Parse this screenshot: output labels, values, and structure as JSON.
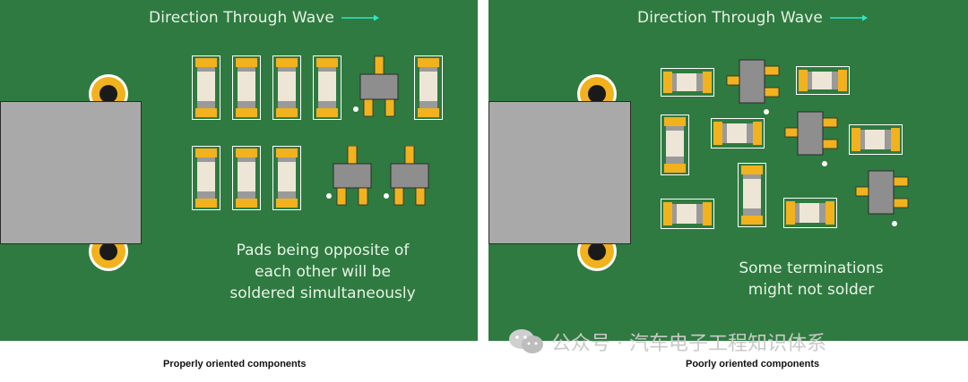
{
  "wave_label": "Direction Through Wave",
  "left": {
    "note_lines": [
      "Pads being opposite of",
      "each other will be",
      "soldered simultaneously"
    ],
    "caption": "Properly oriented components"
  },
  "right": {
    "note_lines": [
      "Some terminations",
      "might not solder"
    ],
    "caption": "Poorly oriented components"
  },
  "watermark": {
    "text": "公众号 · 汽车电子工程知识体系"
  },
  "colors": {
    "board": "#2f7a40",
    "pad": "#f2b21e",
    "chip_body": "#ede6d6",
    "chip_band": "#9a9a9a",
    "package": "#8e8e8e",
    "text": "#e6f3e6",
    "arrow": "#2ee6c8"
  }
}
